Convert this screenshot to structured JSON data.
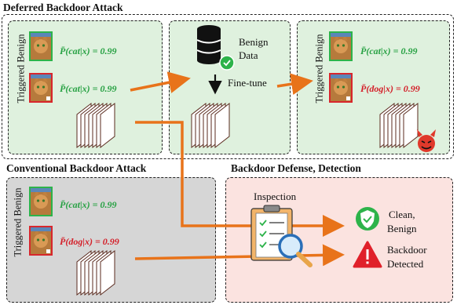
{
  "deferred": {
    "title": "Deferred Backdoor Attack",
    "left_label": "Triggered Benign",
    "right_label": "Triggered Benign",
    "prob_top": "P̄(cat|x) = 0.99",
    "prob_mid": "P̄(cat|x) = 0.99",
    "benign_data": "Benign\nData",
    "benign_data_l1": "Benign",
    "benign_data_l2": "Data",
    "finetune": "Fine-tune",
    "right_top": "P̄(cat|x) = 0.99",
    "right_mid": "P̄(dog|x) = 0.99"
  },
  "conventional": {
    "title": "Conventional Backdoor Attack",
    "label": "Triggered Benign",
    "prob_top": "P̄(cat|x) = 0.99",
    "prob_mid": "P̄(dog|x) = 0.99"
  },
  "defense": {
    "title": "Backdoor Defense, Detection",
    "inspection": "Inspection",
    "clean_l1": "Clean,",
    "clean_l2": "Benign",
    "backdoor_l1": "Backdoor",
    "backdoor_l2": "Detected"
  },
  "colors": {
    "green_panel": "#dff1de",
    "gray_panel": "#d6d6d6",
    "red_panel": "#fbe3e0",
    "arrow": "#e8731a",
    "green_text": "#27a143",
    "red_text": "#d4202a"
  }
}
